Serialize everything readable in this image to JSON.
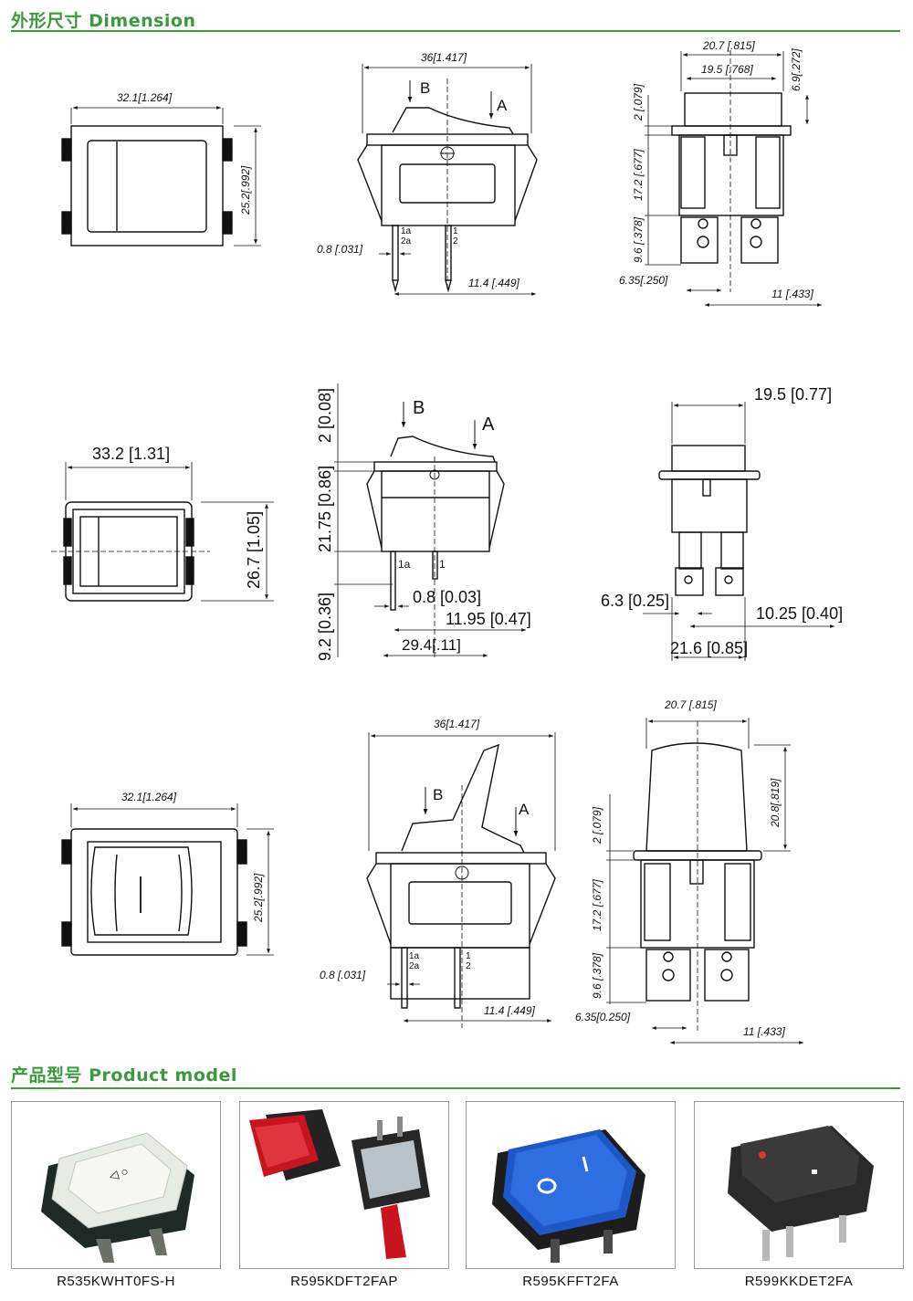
{
  "dimension_section": {
    "title": "外形尺寸 Dimension"
  },
  "product_section": {
    "title": "产品型号 Product model"
  },
  "row1": {
    "front_width": "32.1[1.264]",
    "front_height": "25.2[.992]",
    "side_width": "36[1.417]",
    "side_b": "B",
    "side_a": "A",
    "side_pin_thickness": "0.8 [.031]",
    "side_pin_spacing": "11.4 [.449]",
    "side_pin_left": "1a\n2a",
    "side_pin_right": "1\n2",
    "end_width_outer": "20.7 [.815]",
    "end_width_inner": "19.5 [.768]",
    "end_cap_height": "6.9[.272]",
    "end_flange": "2 [.079]",
    "end_body": "17.2 [.677]",
    "end_terminal": "9.6 [.378]",
    "end_tab": "6.35[.250]",
    "end_spacing": "11 [.433]"
  },
  "row2": {
    "front_width": "33.2 [1.31]",
    "front_height": "26.7 [1.05]",
    "side_top": "2 [0.08]",
    "side_body": "21.75 [0.86]",
    "side_terminal": "9.2 [0.36]",
    "side_b": "B",
    "side_a": "A",
    "side_pin_left": "1a",
    "side_pin_right": "1",
    "side_pin_thickness": "0.8 [0.03]",
    "side_pin_spacing": "11.95 [0.47]",
    "side_width": "29.4[.11]",
    "end_width": "19.5 [0.77]",
    "end_tab": "6.3 [0.25]",
    "end_spacing": "10.25 [0.40]",
    "end_total": "21.6 [0.85]"
  },
  "row3": {
    "front_width": "32.1[1.264]",
    "front_height": "25.2[.992]",
    "side_width": "36[1.417]",
    "side_b": "B",
    "side_a": "A",
    "side_pin_thickness": "0.8 [.031]",
    "side_pin_spacing": "11.4 [.449]",
    "side_pin_left": "1a\n2a",
    "side_pin_right": "1\n2",
    "end_width": "20.7 [.815]",
    "end_cap_height": "20.8[.819]",
    "end_flange": "2 [.079]",
    "end_body": "17.2 [.677]",
    "end_terminal": "9.6 [.378]",
    "end_tab": "6.35[0.250]",
    "end_spacing": "11 [.433]"
  },
  "products": [
    {
      "model": "R535KWHT0FS-H",
      "cover_color": "#e6ece4",
      "body_color": "#1f2a26"
    },
    {
      "model": "R595KDFT2FAP",
      "cover_color": "#c8141e",
      "body_color": "#232323"
    },
    {
      "model": "R595KFFT2FA",
      "cover_color": "#1f56c8",
      "body_color": "#1d1d1d"
    },
    {
      "model": "R599KKDET2FA",
      "cover_color": "#2a2a2a",
      "body_color": "#202020"
    }
  ],
  "colors": {
    "accent": "#3a9a3c",
    "line": "#111111"
  }
}
